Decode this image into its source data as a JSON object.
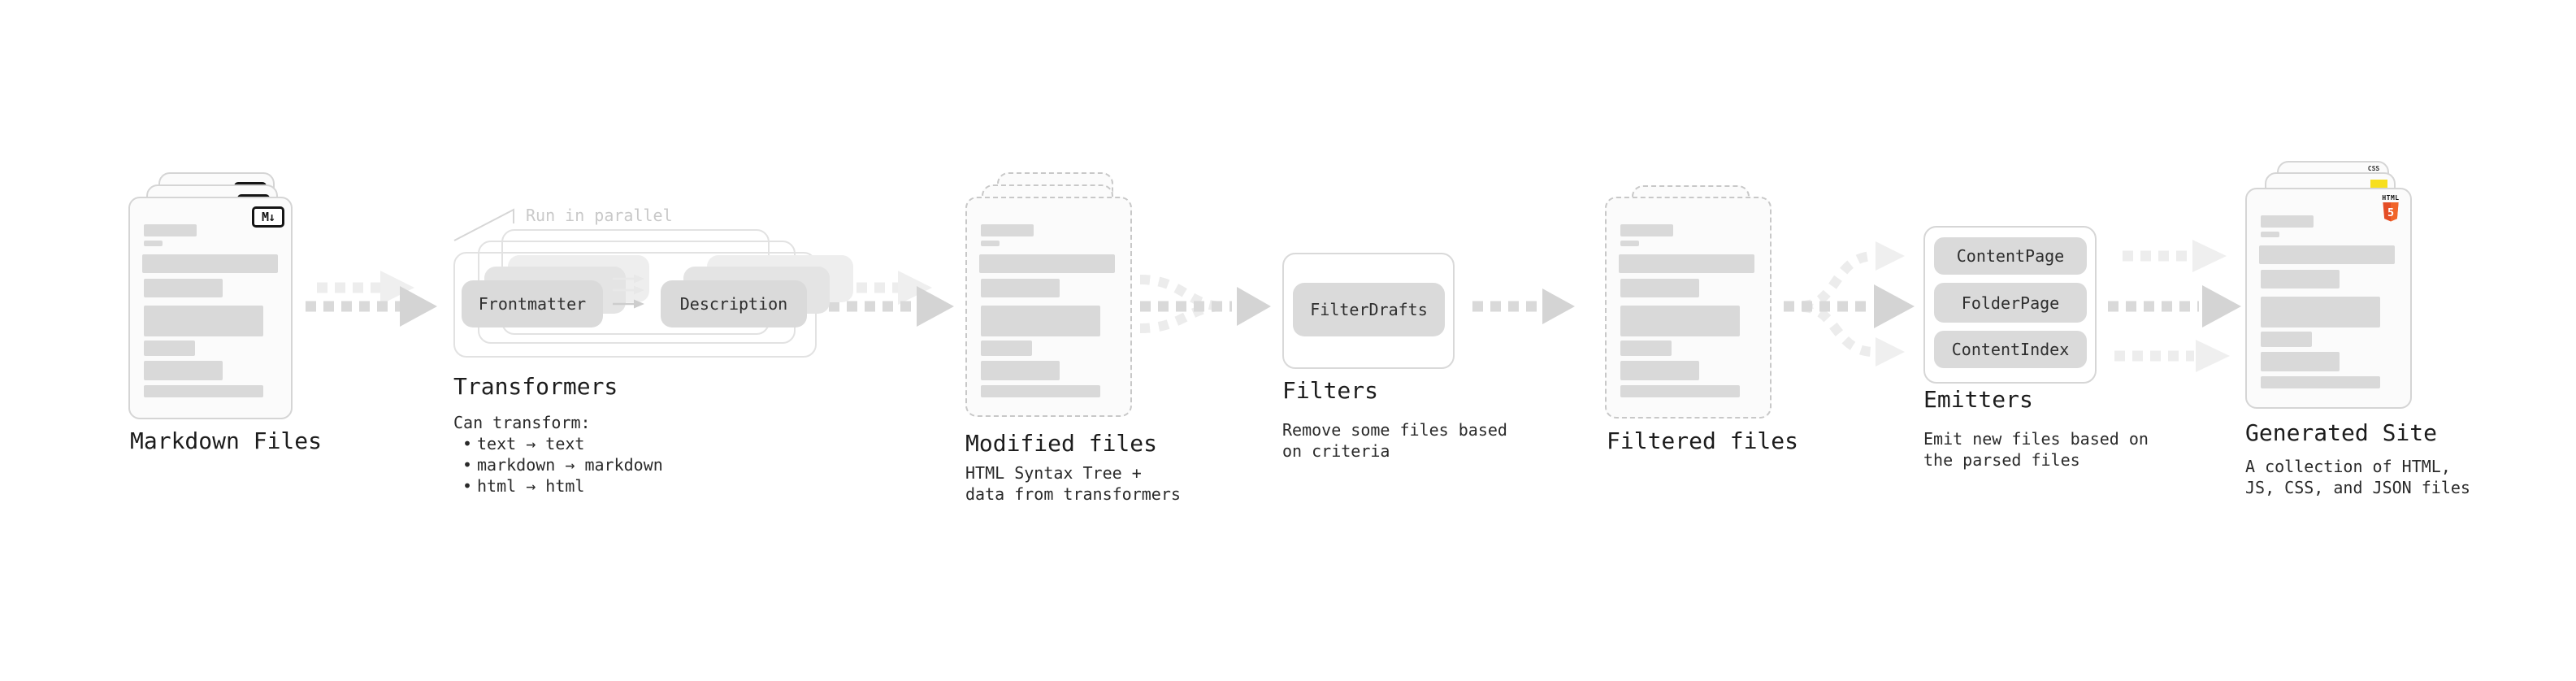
{
  "diagram": {
    "markdown_files": {
      "label": "Markdown Files",
      "icon": "M↓"
    },
    "transformers": {
      "label": "Transformers",
      "note": "Run in parallel",
      "stages": {
        "left": "Frontmatter",
        "right": "Description"
      },
      "desc_title": "Can transform:",
      "bullet_char": "•",
      "bullets": [
        "text → text",
        "markdown → markdown",
        "html → html"
      ]
    },
    "modified_files": {
      "label": "Modified files",
      "desc_lines": [
        "HTML Syntax Tree +",
        "data from transformers"
      ]
    },
    "filters": {
      "label": "Filters",
      "box": "FilterDrafts",
      "desc_lines": [
        "Remove some files based",
        "on criteria"
      ]
    },
    "filtered_files": {
      "label": "Filtered files"
    },
    "emitters": {
      "label": "Emitters",
      "boxes": [
        "ContentPage",
        "FolderPage",
        "ContentIndex"
      ],
      "desc_lines": [
        "Emit new files based on",
        "the parsed files"
      ]
    },
    "generated_site": {
      "label": "Generated Site",
      "desc_lines": [
        "A collection of HTML,",
        "JS, CSS, and JSON files"
      ],
      "badges": {
        "css": "CSS",
        "html": "HTML",
        "html_number": "5"
      }
    }
  },
  "colors": {
    "background": "#ffffff",
    "card_bg": "#fbfbfb",
    "card_border": "#d5d5d5",
    "dashed_border": "#c8c8c8",
    "placeholder_bar": "#d9d9d9",
    "pill_bg": "#dadada",
    "arrow": "#d9d9d9",
    "arrow_head": "#d4d4d4",
    "arrow_light": "#ededed",
    "note_text": "#c9c9c9",
    "html5_orange": "#e44d26",
    "html5_orange_light": "#f16529",
    "js_yellow": "#f7df1e",
    "css_blue": "#2c63ee"
  }
}
